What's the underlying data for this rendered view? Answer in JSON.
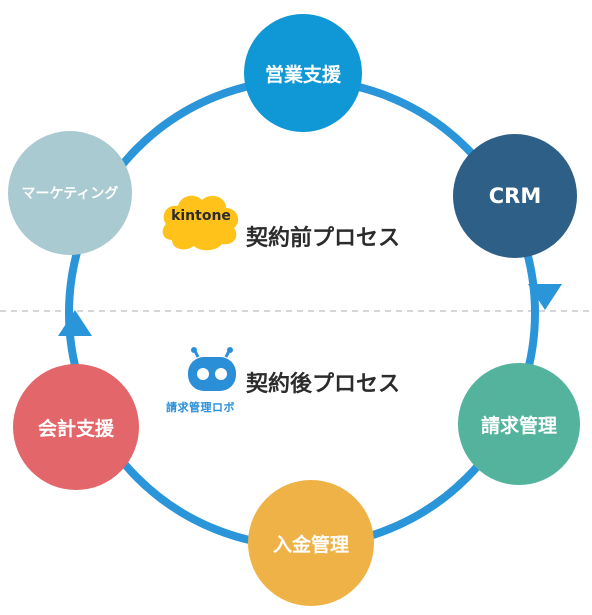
{
  "diagram": {
    "nodes": [
      {
        "id": "eigyo",
        "label": "営業支援",
        "color": "#0f97d6"
      },
      {
        "id": "crm",
        "label": "CRM",
        "color": "#2e5f86"
      },
      {
        "id": "seikyu",
        "label": "請求管理",
        "color": "#53b39d"
      },
      {
        "id": "nyukin",
        "label": "入金管理",
        "color": "#efb246"
      },
      {
        "id": "kaikei",
        "label": "会計支援",
        "color": "#e2666a"
      },
      {
        "id": "mkt",
        "label": "マーケティング",
        "color": "#a8cad0"
      }
    ],
    "cycle_color": "#2b95d9",
    "divider_color": "#c8c8c8"
  },
  "pre_process": {
    "label": "契約前プロセス",
    "logo_text": "kintone",
    "logo_color": "#ffc21b"
  },
  "post_process": {
    "label": "契約後プロセス",
    "logo_text": "請求管理ロボ",
    "logo_color": "#2b8fd8"
  }
}
